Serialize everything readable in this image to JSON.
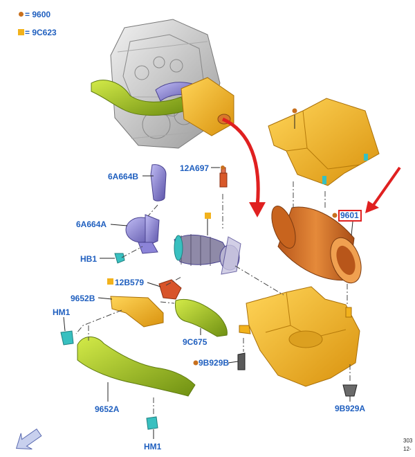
{
  "legend": {
    "bolt_symbol_label": "= 9600",
    "clip_symbol_label": "= 9C623",
    "bolt_color": "#c8701e",
    "clip_color": "#f2b21c"
  },
  "callouts": {
    "air_filter": "9601",
    "hose_upper": "6A664B",
    "resonator": "6A664A",
    "hose_clip": "HB1",
    "sensor": "12A697",
    "bracket": "12B579",
    "duct_right": "9652B",
    "duct_bend": "9C675",
    "mount_left": "HM1",
    "grommet": "9B929B",
    "duct_lower": "9652A",
    "mount_bottom": "HM1",
    "isolator": "9B929A"
  },
  "highlight_color": "#e02020",
  "ref_line_1": "303",
  "ref_line_2": "12-",
  "colors": {
    "housing": "#f2b21c",
    "housing_dark": "#c98710",
    "filter": "#d8782a",
    "duct": "#a8c820",
    "duct_dark": "#6f8f12",
    "purple": "#8c84d8",
    "teal": "#38c0c0",
    "arrow_red": "#e02020"
  }
}
